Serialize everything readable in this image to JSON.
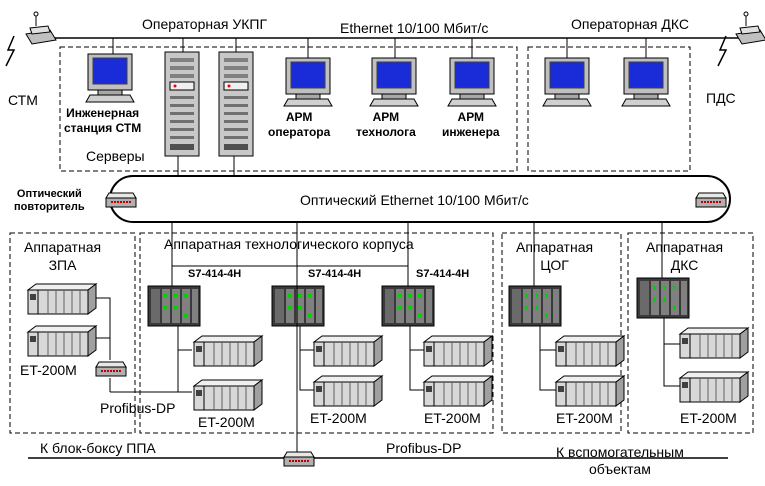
{
  "top": {
    "ethernet_label": "Ethernet 10/100 Мбит/с",
    "ukpg_label": "Операторная УКПГ",
    "dks_label": "Операторная ДКС",
    "stm_label": "СТМ",
    "pds_label": "ПДС"
  },
  "workstations": {
    "eng_station": "Инженерная\nстанция СТМ",
    "servers": "Серверы",
    "arm_operator": "АРМ\nоператора",
    "arm_technolog": "АРМ\nтехнолога",
    "arm_engineer": "АРМ\nинженера"
  },
  "optical": {
    "ring_label": "Оптический Ethernet 10/100 Мбит/с",
    "repeater_label": "Оптический\nповторитель"
  },
  "areas": {
    "zpa": "Аппаратная\nЗПА",
    "tech": "Аппаратная технологического корпуса",
    "cog": "Аппаратная\nЦОГ",
    "dks": "Аппаратная\nДКС"
  },
  "controllers": [
    "S7-414-4H",
    "S7-414-4H",
    "S7-414-4H"
  ],
  "modules": {
    "et200m": "ET-200M",
    "profibus": "Profibus-DP"
  },
  "bottom": {
    "block_box": "К блок-боксу ППА",
    "profibus": "Profibus-DP",
    "auxiliary": "К вспомогательным\nобъектам"
  }
}
